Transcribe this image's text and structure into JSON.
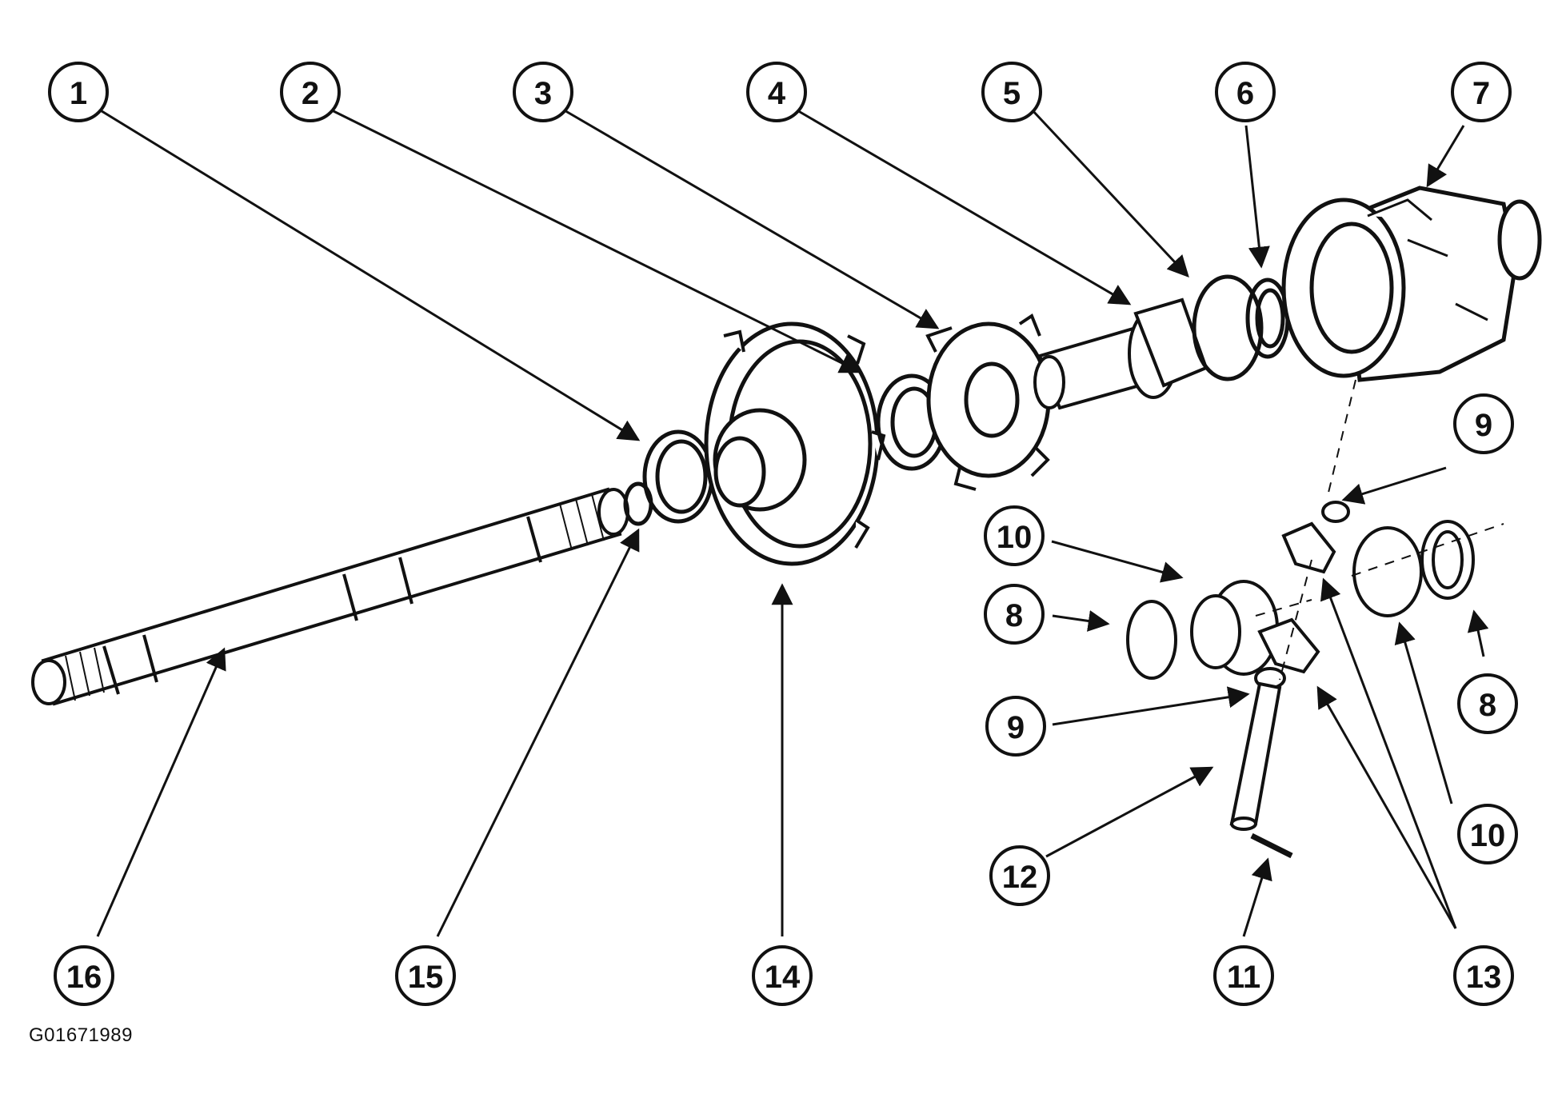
{
  "figure_id": "G01671989",
  "callouts": [
    {
      "number": "1"
    },
    {
      "number": "2"
    },
    {
      "number": "3"
    },
    {
      "number": "4"
    },
    {
      "number": "5"
    },
    {
      "number": "6"
    },
    {
      "number": "7"
    },
    {
      "number": "9"
    },
    {
      "number": "10"
    },
    {
      "number": "8"
    },
    {
      "number": "9"
    },
    {
      "number": "8"
    },
    {
      "number": "10"
    },
    {
      "number": "12"
    },
    {
      "number": "16"
    },
    {
      "number": "15"
    },
    {
      "number": "14"
    },
    {
      "number": "11"
    },
    {
      "number": "13"
    }
  ],
  "colors": {
    "line": "#111111",
    "background": "#ffffff"
  }
}
